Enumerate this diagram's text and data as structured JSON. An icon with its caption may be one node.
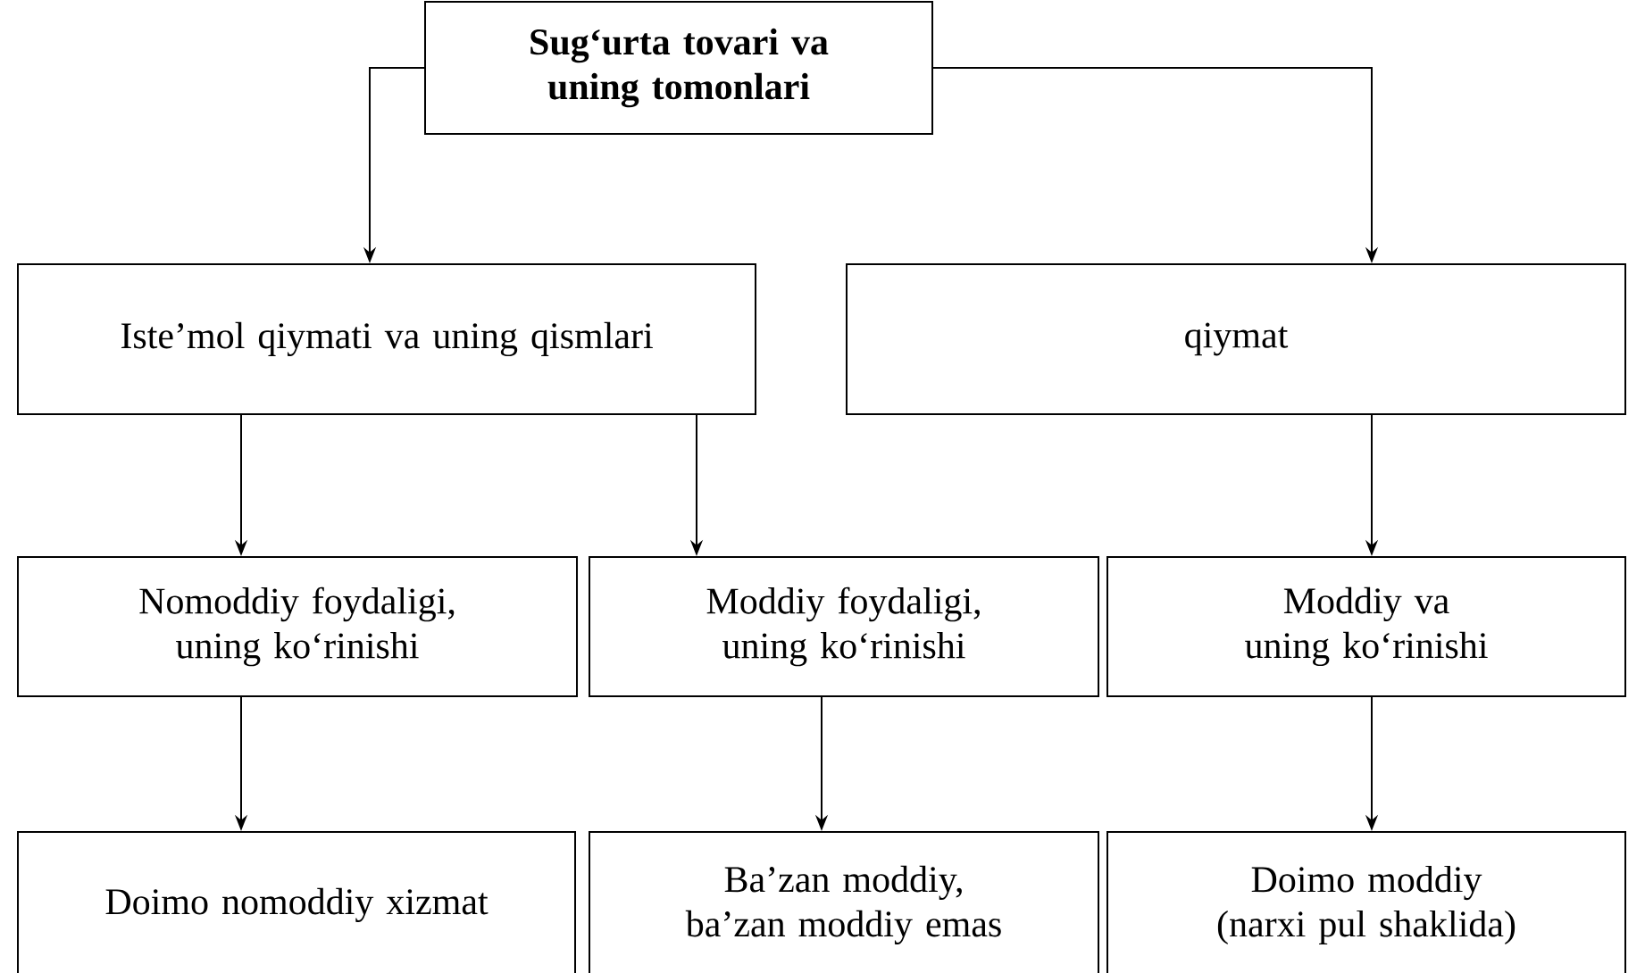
{
  "diagram": {
    "nodes": [
      {
        "text": [
          "Sug‘urta tovari va uning tomonlari"
        ]
      },
      {
        "text": [
          "Iste’mol qiymati va uning qismlari"
        ]
      },
      {
        "text": [
          "qiymat"
        ]
      },
      {
        "text": [
          "Nomoddiy foydaligi, uning ko‘rinishi"
        ]
      },
      {
        "text": [
          "Moddiy foydaligi, uning ko‘rinishi"
        ]
      },
      {
        "text": [
          "Moddiy va uning ko‘rinishi"
        ]
      },
      {
        "text": [
          "Doimo nomoddiy xizmat"
        ]
      },
      {
        "text": [
          "Ba’zan moddiy, ba’zan moddiy emas"
        ]
      },
      {
        "text": [
          "Doimo moddiy (narxi pul shaklida)"
        ]
      }
    ],
    "edges": [
      {
        "from": 0,
        "to": 1,
        "arrow": "to"
      },
      {
        "from": 0,
        "to": 2,
        "arrow": "to"
      },
      {
        "from": 1,
        "to": 3,
        "arrow": "to"
      },
      {
        "from": 1,
        "to": 4,
        "arrow": "to"
      },
      {
        "from": 2,
        "to": 5,
        "arrow": "to"
      },
      {
        "from": 3,
        "to": 6,
        "arrow": "to"
      },
      {
        "from": 4,
        "to": 7,
        "arrow": "to"
      },
      {
        "from": 5,
        "to": 8,
        "arrow": "to"
      }
    ]
  }
}
